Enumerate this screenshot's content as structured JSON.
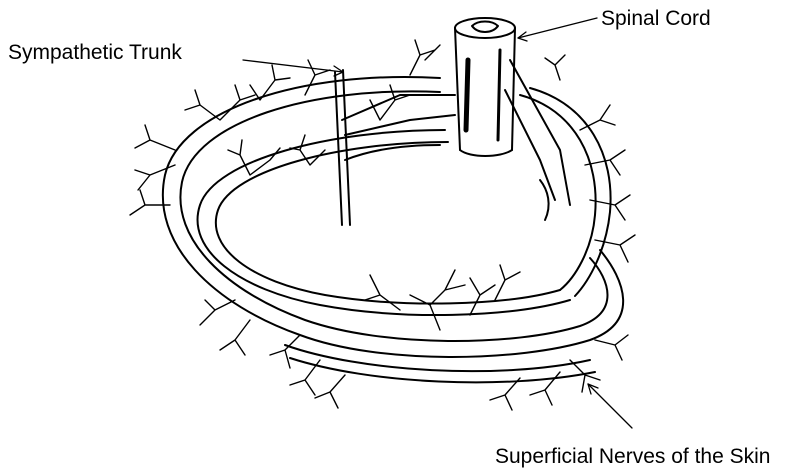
{
  "labels": {
    "spinal_cord": "Spinal Cord",
    "sympathetic_trunk": "Sympathetic Trunk",
    "superficial_nerves": "Superficial Nerves of the Skin"
  },
  "colors": {
    "ink": "#000000",
    "background": "#ffffff"
  }
}
